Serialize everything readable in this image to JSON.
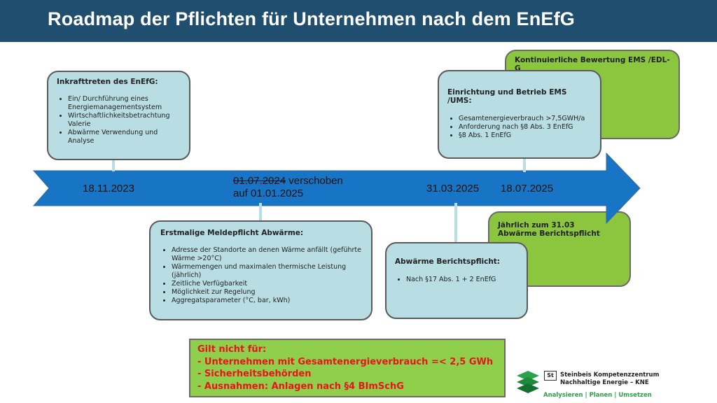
{
  "header": {
    "title": "Roadmap der Pflichten für Unternehmen nach dem EnEfG"
  },
  "colors": {
    "header_bg": "#1f4e6e",
    "arrow": "#1874c4",
    "box_blue": "#b8dde2",
    "box_green": "#8cc63f",
    "warning_text": "#e8141c"
  },
  "timeline": {
    "date1": "18.11.2023",
    "date2_struck": "01.07.2024",
    "date2_suffix": " verschoben",
    "date2_line2": "auf 01.01.2025",
    "date3": "31.03.2025",
    "date4": "18.07.2025"
  },
  "box_inkraft": {
    "title": "Inkrafttreten des EnEfG:",
    "items": [
      "Ein/ Durchführung eines Energiemanagementsystem",
      "Wirtschaftlichkeitsbetrachtung Valerie",
      "Abwärme Verwendung und Analyse"
    ]
  },
  "box_melde": {
    "title": "Erstmalige Meldepflicht Abwärme:",
    "items": [
      "Adresse der Standorte an denen Wärme anfällt  (geführte Wärme >20°C)",
      "Wärmemengen und maximalen thermische Leistung (jährlich)",
      "Zeitliche Verfügbarkeit",
      "Möglichkeit zur Regelung",
      "Aggregatsparameter (°C, bar, kWh)"
    ]
  },
  "box_bericht": {
    "title": "Abwärme Berichtspflicht:",
    "items": [
      "Nach §17 Abs. 1 + 2 EnEfG"
    ]
  },
  "box_ems": {
    "title": "Einrichtung und Betrieb EMS /UMS:",
    "items": [
      "Gesamtenergieverbrauch >7,5GWH/a",
      "Anforderung nach §8 Abs. 3 EnEfG",
      "§8 Abs. 1 EnEfG"
    ]
  },
  "box_kont": {
    "title": "Kontinuierliche Bewertung EMS /EDL-G"
  },
  "box_jaehrlich": {
    "line1": "Jährlich zum 31.03",
    "line2": "Abwärme Berichtspflicht"
  },
  "warning": {
    "line1": "Gilt nicht für:",
    "line2": "- Unternehmen mit Gesamtenergieverbrauch =< 2,5 GWh",
    "line3": "- Sicherheitsbehörden",
    "line4": "- Ausnahmen: Anlagen nach §4 BImSchG"
  },
  "logo": {
    "line1": "Steinbeis Kompetenzzentrum",
    "line2": "Nachhaltige Energie – KNE",
    "tagline": "Analysieren | Planen | Umsetzen",
    "mark": "St"
  }
}
